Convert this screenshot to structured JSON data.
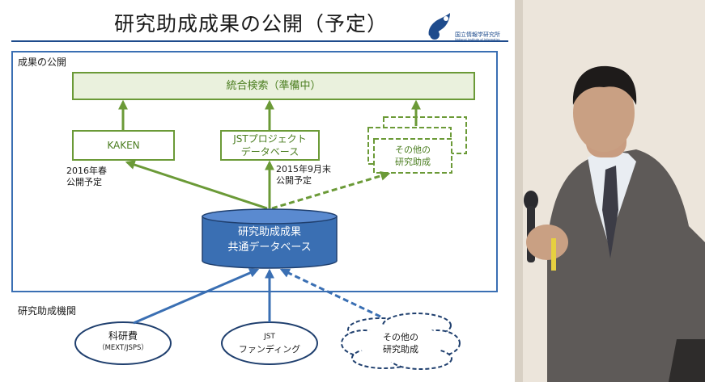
{
  "slide": {
    "title": "研究助成成果の公開（予定）",
    "logo_text": "国立情報学研究所",
    "logo_subtext": "National Institute of Informatics"
  },
  "sections": {
    "outputs_label": "成果の公開",
    "funders_label": "研究助成機関"
  },
  "boxes": {
    "integrated_search": "統合検索（準備中）",
    "kaken": "KAKEN",
    "jst_db_line1": "JSTプロジェクト",
    "jst_db_line2": "データベース",
    "other_grants_line1": "その他の",
    "other_grants_line2": "研究助成"
  },
  "notes": {
    "kaken_date_line1": "2016年春",
    "kaken_date_line2": "公開予定",
    "jst_date_line1": "2015年9月末",
    "jst_date_line2": "公開予定"
  },
  "database": {
    "line1": "研究助成成果",
    "line2": "共通データベース"
  },
  "funders": {
    "kakenhi": "科研費",
    "kakenhi_sub": "（MEXT/JSPS）",
    "jst_line1": "JST",
    "jst_line2": "ファンディング",
    "other_line1": "その他の",
    "other_line2": "研究助成"
  },
  "colors": {
    "green": "#6b9a37",
    "green_fill": "#eaf1dd",
    "blue": "#3a6fb3",
    "navy": "#1f3f6e"
  }
}
